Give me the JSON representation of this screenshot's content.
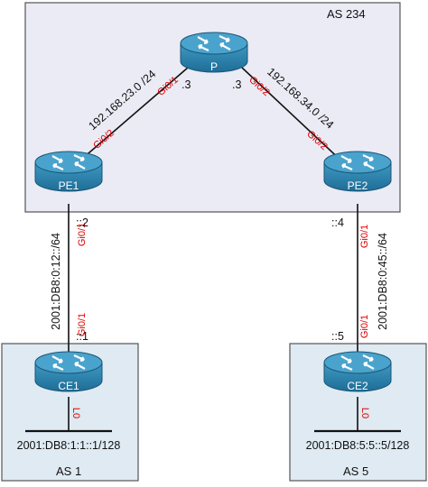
{
  "as_boxes": {
    "core": "AS 234",
    "left": "AS 1",
    "right": "AS 5"
  },
  "routers": {
    "p": "P",
    "pe1": "PE1",
    "pe2": "PE2",
    "ce1": "CE1",
    "ce2": "CE2"
  },
  "links": {
    "pe1_p": {
      "subnet": "192.168.23.0 /24",
      "pe1_iface": "Gi0/2",
      "p_iface": "Gi0/1",
      "p_host": ".3"
    },
    "p_pe2": {
      "subnet": "192.168.34.0 /24",
      "p_iface": "Gi0/2",
      "p_host": ".3",
      "pe2_iface": "Gi0/2"
    },
    "pe1_ce1": {
      "subnet": "2001:DB8:0:12::/64",
      "pe1_iface": "Gi0/1",
      "pe1_host": "::2",
      "ce1_iface": "Gi0/1",
      "ce1_host": "::1"
    },
    "pe2_ce2": {
      "subnet": "2001:DB8:0:45::/64",
      "pe2_iface": "Gi0/1",
      "pe2_host": "::4",
      "ce2_iface": "Gi0/1",
      "ce2_host": "::5"
    }
  },
  "loopbacks": {
    "ce1": {
      "iface": "L0",
      "prefix": "2001:DB8:1:1::1/128"
    },
    "ce2": {
      "iface": "L0",
      "prefix": "2001:DB8:5:5::5/128"
    }
  },
  "colors": {
    "router_body": "#2a7ea8",
    "router_top": "#3f9ac4",
    "interface_label": "#e00000"
  }
}
